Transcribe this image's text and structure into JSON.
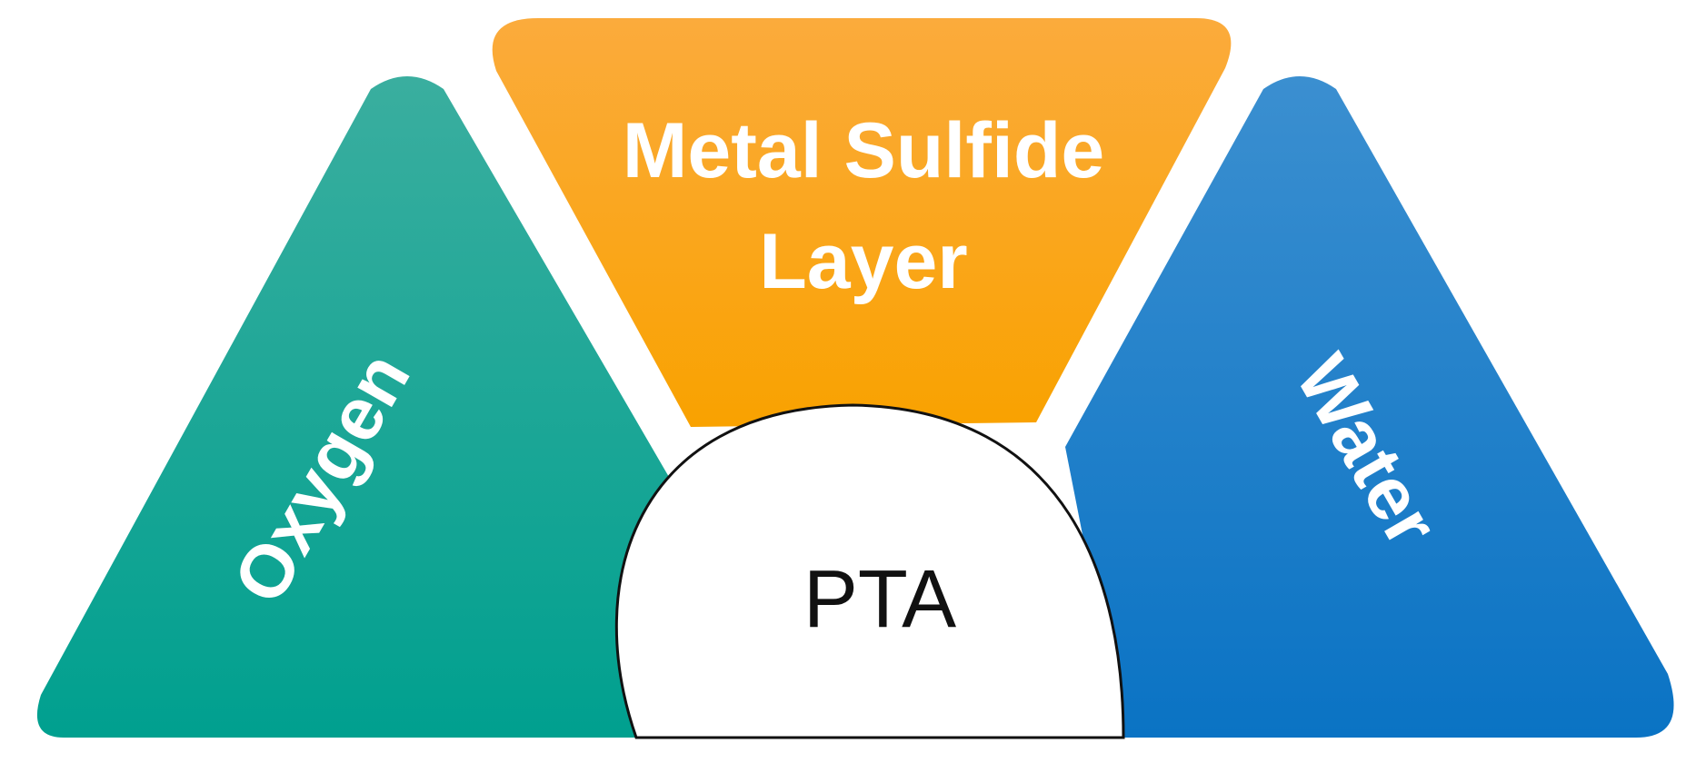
{
  "diagram": {
    "segments": {
      "oxygen": {
        "label": "Oxygen",
        "color_top": "#3aae9f",
        "color_bottom": "#00a08f"
      },
      "metal_sulfide": {
        "label_line1": "Metal Sulfide",
        "label_line2": "Layer",
        "color_top": "#fbab3c",
        "color_bottom": "#f9a200"
      },
      "water": {
        "label": "Water",
        "color_top": "#3b8fd0",
        "color_bottom": "#0a73c4"
      }
    },
    "center": {
      "label": "PTA",
      "fill": "#ffffff",
      "stroke": "#111111"
    }
  }
}
